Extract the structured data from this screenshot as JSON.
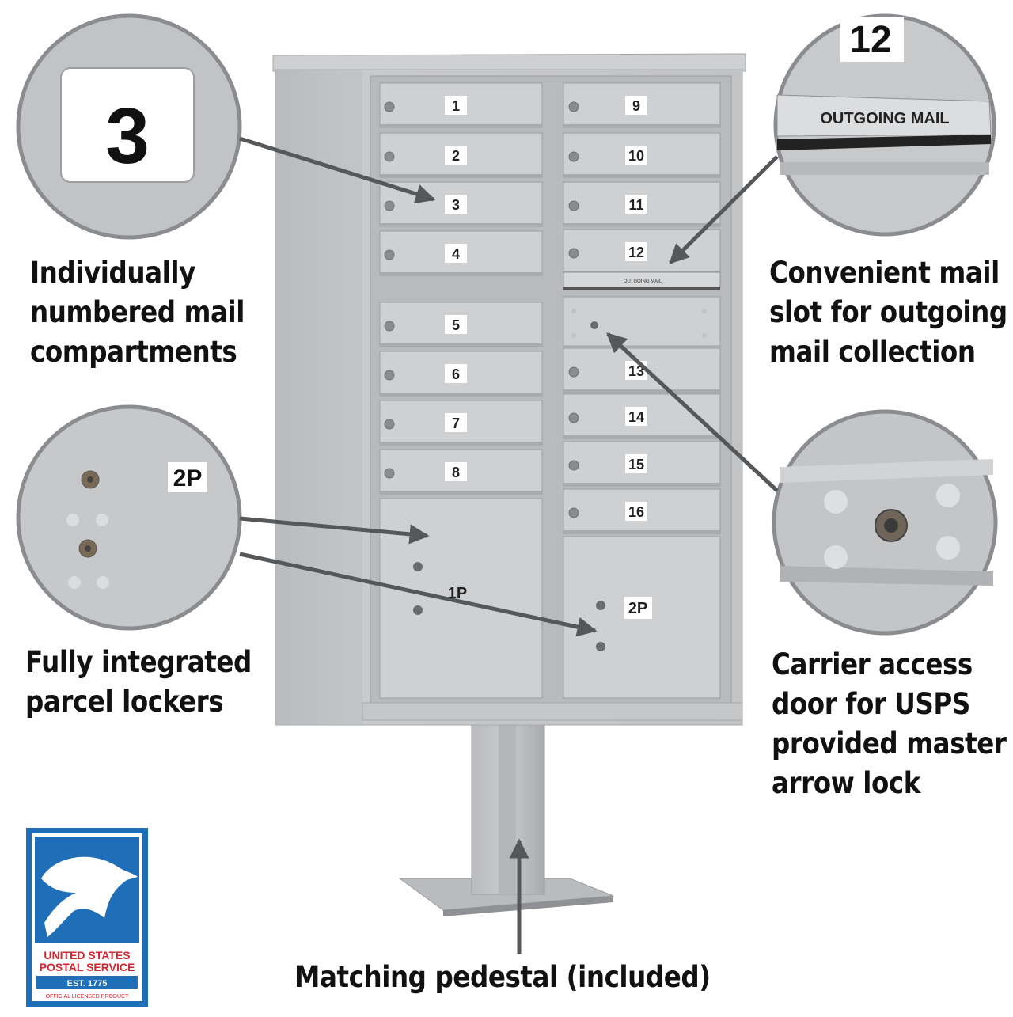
{
  "callouts": {
    "compartments": {
      "lines": [
        "Individually",
        "numbered mail",
        "compartments"
      ],
      "zoom_label": "3"
    },
    "outgoing": {
      "lines": [
        "Convenient mail",
        "slot for outgoing",
        "mail collection"
      ],
      "zoom_number": "12",
      "zoom_label": "OUTGOING MAIL"
    },
    "parcel": {
      "lines": [
        "Fully integrated",
        "parcel lockers"
      ],
      "zoom_label": "2P"
    },
    "carrier": {
      "lines": [
        "Carrier access",
        "door for USPS",
        "provided master",
        "arrow lock"
      ]
    },
    "pedestal": {
      "label": "Matching pedestal (included)"
    }
  },
  "mailbox": {
    "left_doors": [
      "1",
      "2",
      "3",
      "4",
      "5",
      "6",
      "7",
      "8"
    ],
    "right_doors": [
      "9",
      "10",
      "11",
      "12",
      "13",
      "14",
      "15",
      "16"
    ],
    "parcel_lockers": [
      "1P",
      "2P"
    ],
    "slot_label": "OUTGOING MAIL"
  },
  "usps_logo": {
    "line1": "UNITED STATES",
    "line2": "POSTAL SERVICE",
    "line3": "EST. 1775",
    "line4": "OFFICIAL LICENSED PRODUCT"
  },
  "colors": {
    "cabinet": "#c4c5c7",
    "door": "#cfd0d2",
    "shadow": "#9c9ea1",
    "arrow": "#555759",
    "usps_blue": "#1f6fb8",
    "usps_red": "#d22630"
  }
}
